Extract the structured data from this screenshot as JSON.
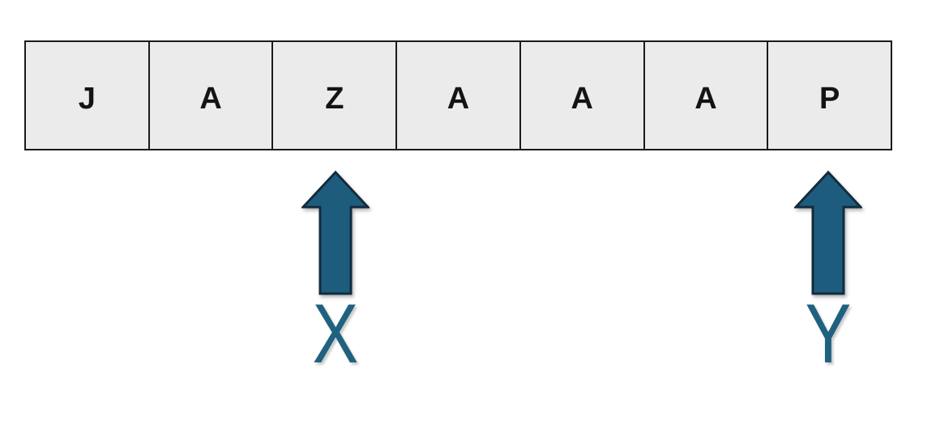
{
  "diagram": {
    "description_hint": "array of letters with two index pointers",
    "cells": [
      "J",
      "A",
      "Z",
      "A",
      "A",
      "A",
      "P"
    ],
    "pointers": [
      {
        "label": "X",
        "points_to_cell_index": 2,
        "points_to_letter": "Z"
      },
      {
        "label": "Y",
        "points_to_cell_index": 6,
        "points_to_letter": "P"
      }
    ],
    "colors": {
      "background": "#ffffff",
      "cell_fill": "#ebebeb",
      "cell_border": "#1a1a1a",
      "letter_color": "#141414",
      "arrow_fill": "#1e5c7d",
      "arrow_outline": "#122c3e",
      "label_color": "#1f617f"
    }
  }
}
